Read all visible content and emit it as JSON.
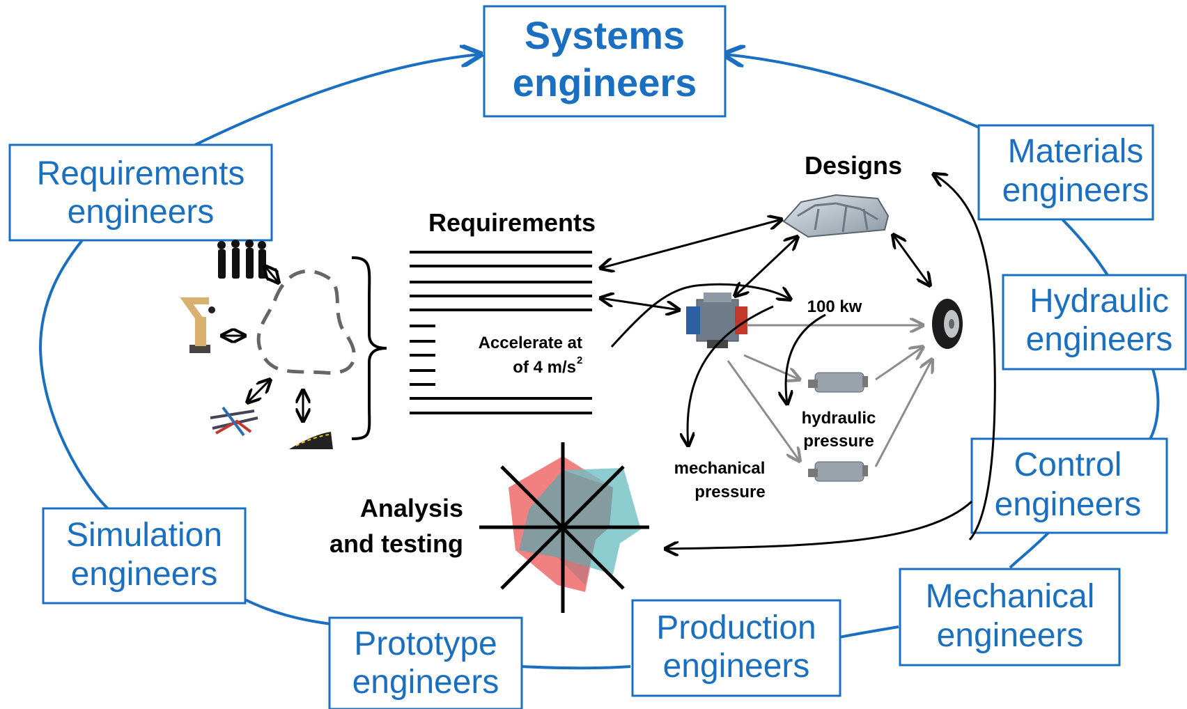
{
  "roles": {
    "systems": [
      "Systems",
      "engineers"
    ],
    "requirements": [
      "Requirements",
      "engineers"
    ],
    "materials": [
      "Materials",
      "engineers"
    ],
    "hydraulic": [
      "Hydraulic",
      "engineers"
    ],
    "control": [
      "Control",
      "engineers"
    ],
    "mechanical": [
      "Mechanical",
      "engineers"
    ],
    "production": [
      "Production",
      "engineers"
    ],
    "prototype": [
      "Prototype",
      "engineers"
    ],
    "simulation": [
      "Simulation",
      "engineers"
    ]
  },
  "sections": {
    "requirements": "Requirements",
    "designs": "Designs",
    "analysis": [
      "Analysis",
      "and testing"
    ]
  },
  "requirement_note": [
    "Accelerate at",
    "of 4 m/s",
    "2"
  ],
  "flow_labels": {
    "power": "100 kw",
    "hydraulic": [
      "hydraulic",
      "pressure"
    ],
    "mechanical": [
      "mechanical",
      "pressure"
    ]
  },
  "icons": {
    "stakeholders": "people-silhouette-icon",
    "robot": "industrial-robot-icon",
    "tools": "hand-tools-icon",
    "road": "road-icon",
    "car_body": "car-body-frame-icon",
    "engine": "engine-icon",
    "wheel": "wheel-icon",
    "gearbox": "gearbox-icon"
  },
  "colors": {
    "role_blue": "#1a6fc0",
    "radar_red": "#ef6a6a",
    "radar_teal": "#6fbfc3"
  }
}
